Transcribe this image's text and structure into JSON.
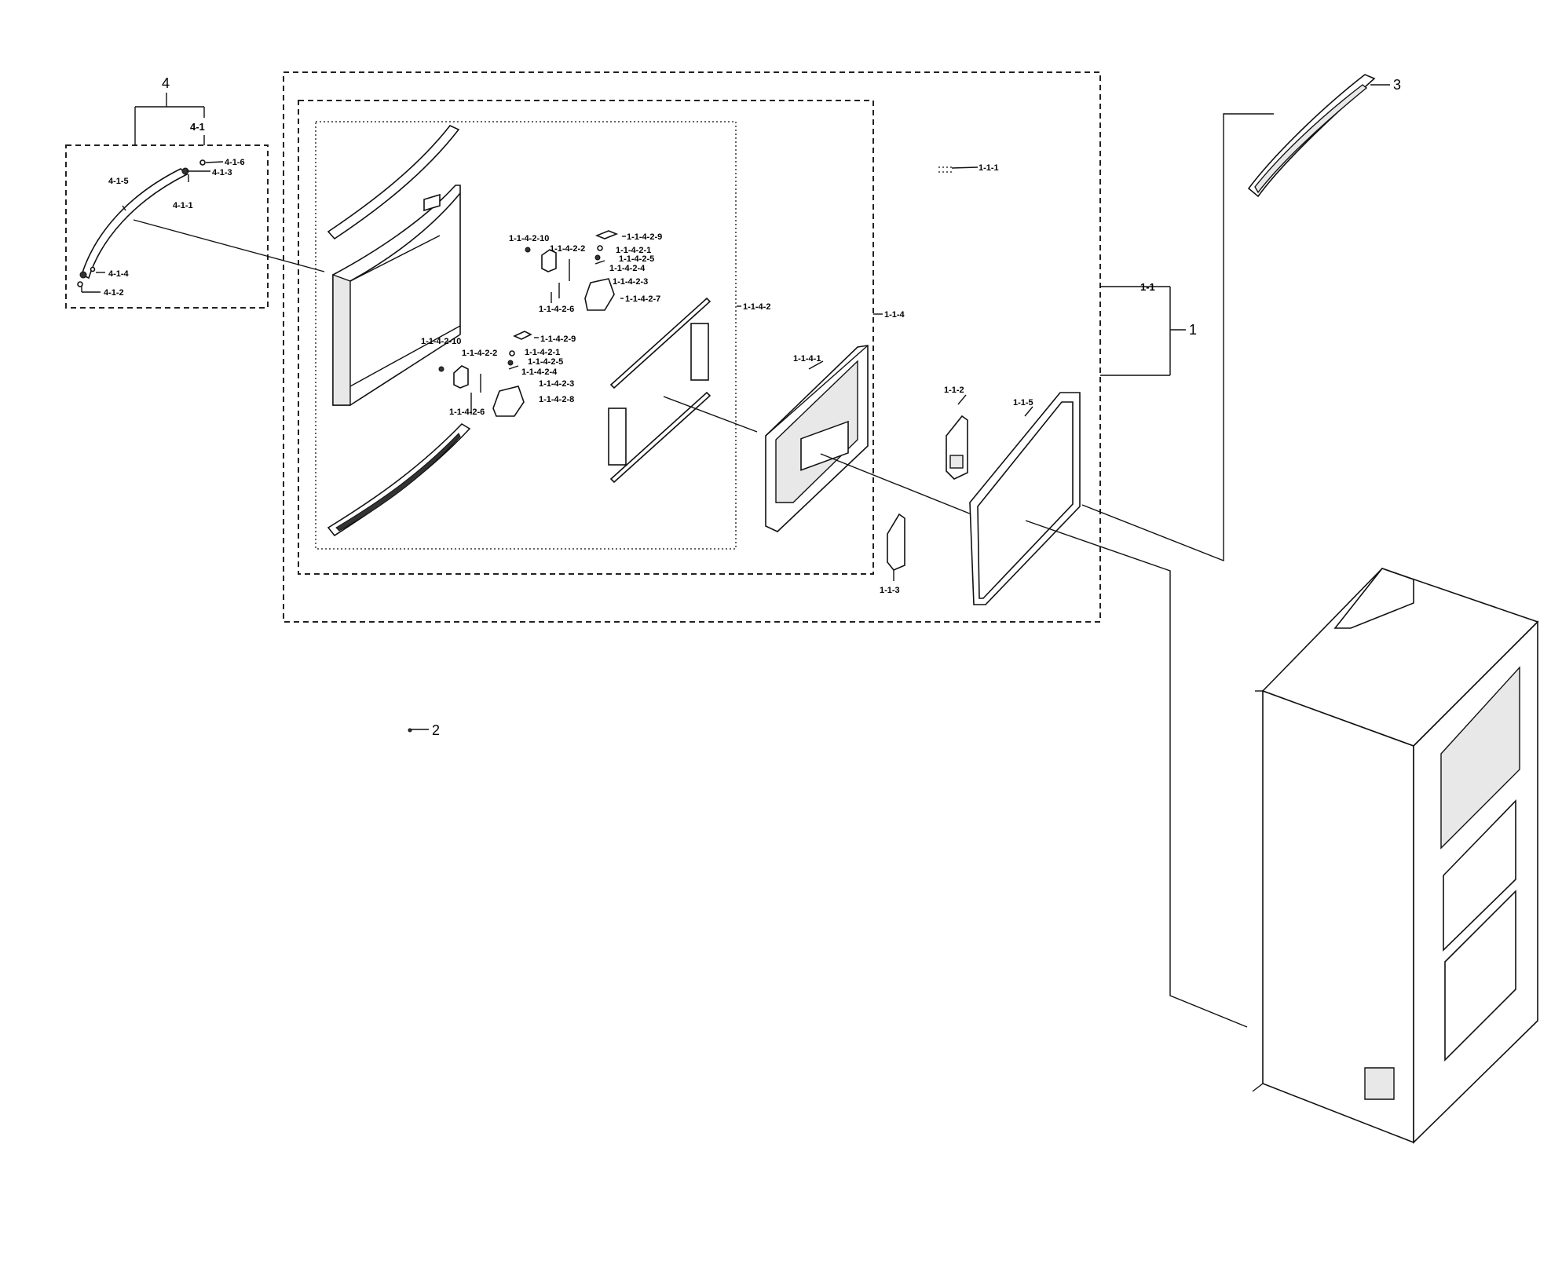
{
  "labels": {
    "l4": "4",
    "l4_1": "4-1",
    "l4_1_5": "4-1-5",
    "l4_1_6": "4-1-6",
    "l4_1_3": "4-1-3",
    "l4_1_1": "4-1-1",
    "l4_1_4": "4-1-4",
    "l4_1_2": "4-1-2",
    "l1_1_1": "1-1-1",
    "l1_1_4_2_10a": "1-1-4-2-10",
    "l1_1_4_2_9a": "1-1-4-2-9",
    "l1_1_4_2_2a": "1-1-4-2-2",
    "l1_1_4_2_1a": "1-1-4-2-1",
    "l1_1_4_2_5a": "1-1-4-2-5",
    "l1_1_4_2_4a": "1-1-4-2-4",
    "l1_1_4_2_3a": "1-1-4-2-3",
    "l1_1_4_2_6a": "1-1-4-2-6",
    "l1_1_4_2_7": "1-1-4-2-7",
    "l1_1_4_2": "1-1-4-2",
    "l1_1_4": "1-1-4",
    "l1_1_4_2_10b": "1-1-4-2-10",
    "l1_1_4_2_9b": "1-1-4-2-9",
    "l1_1_4_2_2b": "1-1-4-2-2",
    "l1_1_4_2_1b": "1-1-4-2-1",
    "l1_1_4_2_5b": "1-1-4-2-5",
    "l1_1_4_2_4b": "1-1-4-2-4",
    "l1_1_4_2_3b": "1-1-4-2-3",
    "l1_1_4_2_6b": "1-1-4-2-6",
    "l1_1_4_2_8": "1-1-4-2-8",
    "l1_1_4_1": "1-1-4-1",
    "l1_1_2": "1-1-2",
    "l1_1_5": "1-1-5",
    "l1_1_3": "1-1-3",
    "l1_1": "1-1",
    "l1": "1",
    "l3": "3",
    "l2": "2"
  }
}
